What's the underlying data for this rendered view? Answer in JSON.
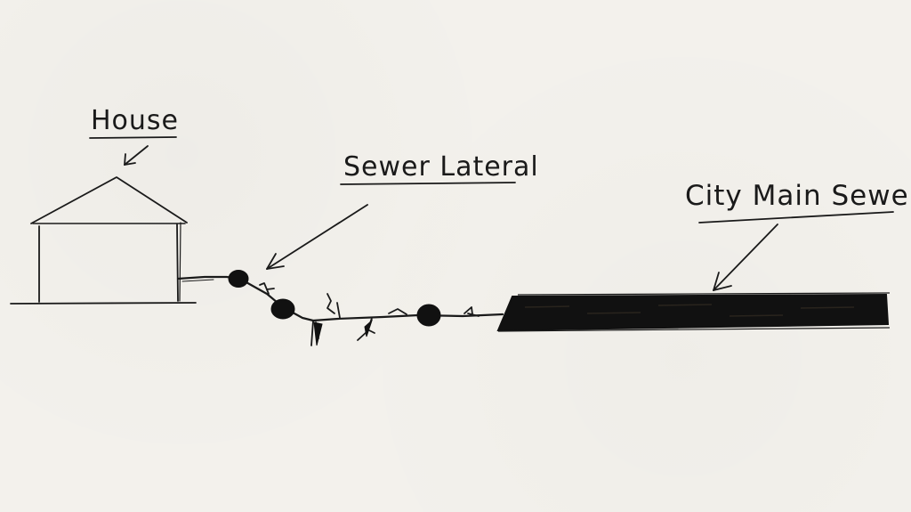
{
  "labels": {
    "house": "House",
    "sewer_lateral": "Sewer Lateral",
    "city_main_sewer": "City Main Sewer"
  },
  "colors": {
    "paper": "#f3f1ec",
    "ink": "#1a1a1a",
    "pipe_fill": "#111111"
  },
  "icons": {
    "house": "house-sketch-icon",
    "root_blockage": "root-blockage-icon",
    "arrow": "pointer-arrow-icon"
  }
}
